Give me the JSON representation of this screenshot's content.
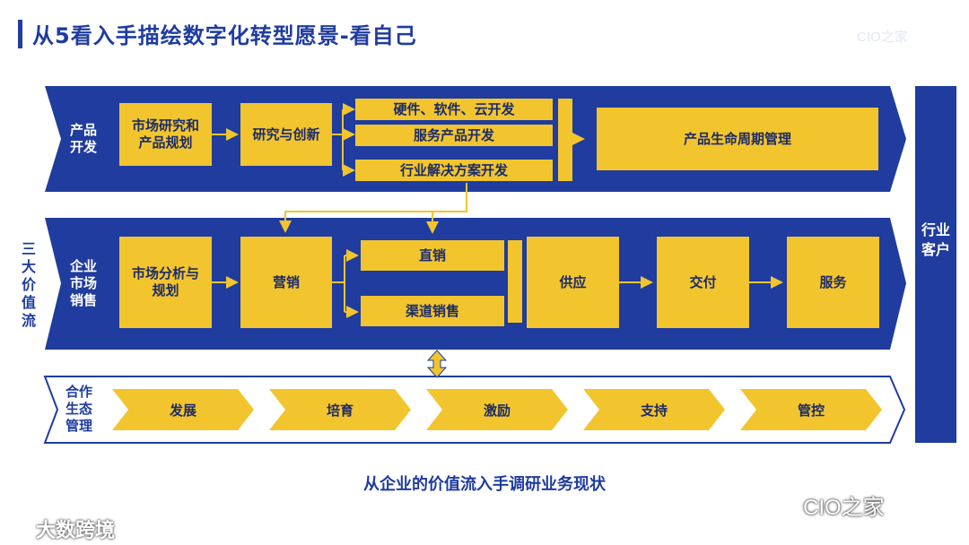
{
  "title": "从5看入手描绘数字化转型愿景-看自己",
  "watermark_top": "CIO之家",
  "side_label": "三大价值流",
  "customer_label": "行业客户",
  "rows": {
    "product": {
      "label": "产品开发",
      "boxes": {
        "research": "市场研究和产品规划",
        "innovation": "研究与创新",
        "hw_sw": "硬件、软件、云开发",
        "service_dev": "服务产品开发",
        "industry_solution": "行业解决方案开发",
        "lifecycle": "产品生命周期管理"
      }
    },
    "enterprise": {
      "label": "企业市场销售",
      "boxes": {
        "analysis": "市场分析与规划",
        "marketing": "营销",
        "direct": "直销",
        "channel": "渠道销售",
        "supply": "供应",
        "delivery": "交付",
        "service": "服务"
      }
    },
    "partner": {
      "label": "合作生态管理",
      "stages": [
        "发展",
        "培育",
        "激励",
        "支持",
        "管控"
      ]
    }
  },
  "bottom_text": "从企业的价值流入手调研业务现状",
  "watermark_right": "CIO之家",
  "watermark_left": "大数跨境",
  "colors": {
    "blue": "#1f3c9e",
    "yellow": "#f2c52e",
    "text_dark": "#1b2a6a"
  }
}
